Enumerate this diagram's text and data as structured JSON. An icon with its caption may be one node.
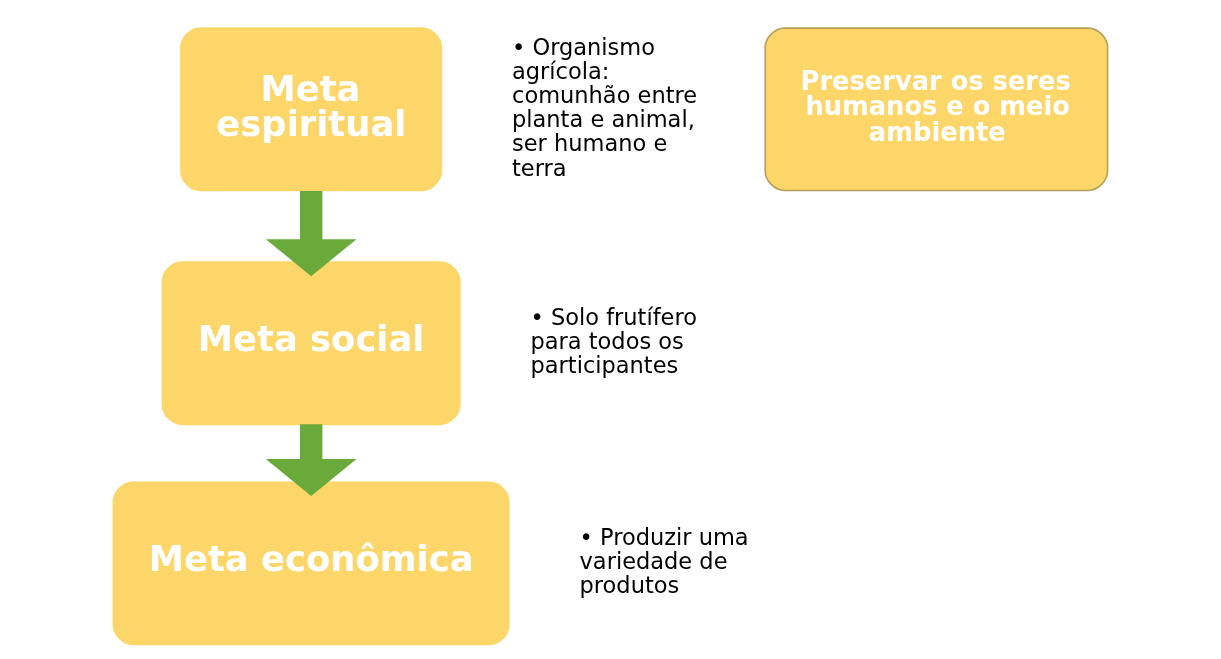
{
  "diagram": {
    "nodes": [
      {
        "text": [
          "Meta espiritual"
        ],
        "beside": [
          "• Organismo agrícola: comunhão entre planta e animal, ser humano e terra"
        ]
      },
      {
        "text": [
          "Meta social"
        ],
        "beside": [
          "• Solo frutífero para todos os participantes"
        ]
      },
      {
        "text": [
          "Meta econômica"
        ],
        "beside": [
          "• Produzir uma variedade de produtos"
        ]
      },
      {
        "text": [
          "Preservar os seres humanos e o meio ambiente"
        ]
      }
    ],
    "edges": [
      {
        "from": 0,
        "to": 1,
        "arrow": "to"
      },
      {
        "from": 1,
        "to": 2,
        "arrow": "to"
      }
    ]
  }
}
